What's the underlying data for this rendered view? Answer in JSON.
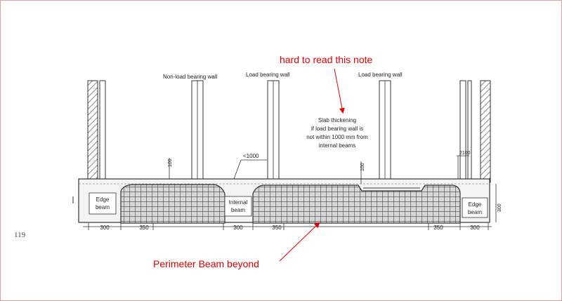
{
  "page_number": "119",
  "annotations": {
    "note_top": "hard to read this note",
    "note_bottom": "Perimeter Beam beyond",
    "color": "#e00000"
  },
  "drawing": {
    "wall_labels": {
      "non_load": "Non-load bearing wall",
      "load_1": "Load bearing wall",
      "load_2": "Load bearing wall"
    },
    "slab_note": [
      "Slab thickening",
      "if load bearing wall is",
      "not within 1000 mm from",
      "internal beams"
    ],
    "spacing_label": "<1000",
    "beam_labels": {
      "edge_left": [
        "Edge",
        "beam"
      ],
      "internal": [
        "Internal",
        "beam"
      ],
      "edge_right": [
        "Edge",
        "beam"
      ]
    },
    "dimensions": {
      "d300_left": "300",
      "d350_left": "350",
      "d300_mid": "300",
      "d350_mid": "350",
      "d350_right": "350",
      "d300_right": "300",
      "slab_thk_left": "100",
      "slab_thk_mid": "100",
      "right_small": "2100",
      "right_vertical": "300"
    }
  }
}
